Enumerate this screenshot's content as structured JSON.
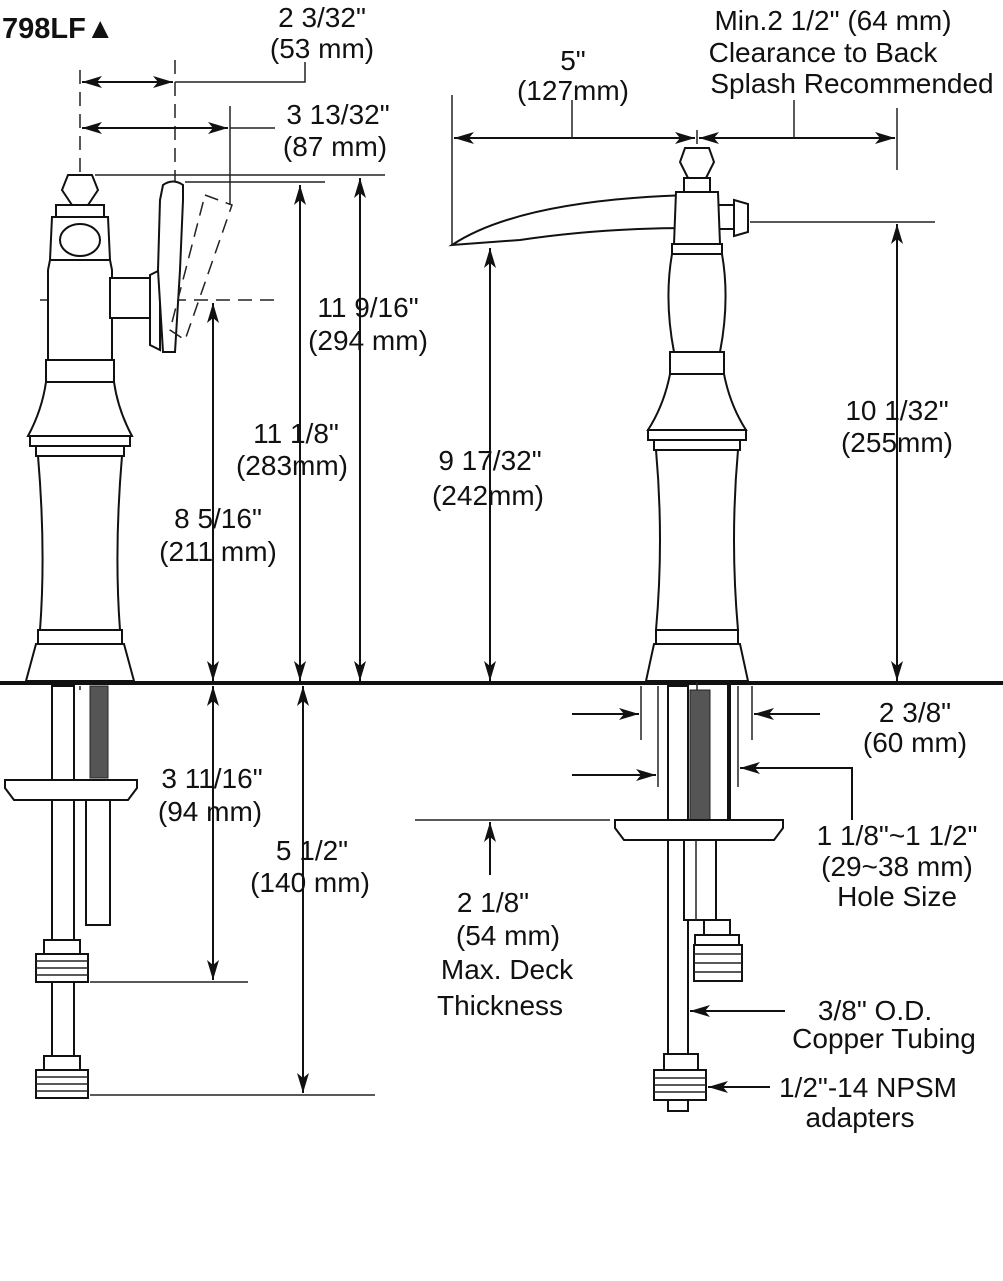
{
  "model": "798LF▲",
  "side_view": {
    "handle_offset": {
      "imperial": "2 3/32\"",
      "metric": "(53 mm)"
    },
    "handle_reach": {
      "imperial": "3 13/32\"",
      "metric": "(87 mm)"
    },
    "overall_height": {
      "imperial": "11 9/16\"",
      "metric": "(294 mm)"
    },
    "handle_top_height": {
      "imperial": "11 1/8\"",
      "metric": "(283mm)"
    },
    "handle_pivot_height": {
      "imperial": "8 5/16\"",
      "metric": "(211 mm)"
    },
    "upper_adapter_depth": {
      "imperial": "3 11/16\"",
      "metric": "(94 mm)"
    },
    "lower_adapter_depth": {
      "imperial": "5 1/2\"",
      "metric": "(140 mm)"
    }
  },
  "front_view": {
    "spout_reach": {
      "imperial": "5\"",
      "metric": "(127mm)"
    },
    "clearance": {
      "line1": "Min.2 1/2\" (64 mm)",
      "line2": "Clearance to Back",
      "line3": "Splash Recommended"
    },
    "spout_height": {
      "imperial": "9 17/32\"",
      "metric": "(242mm)"
    },
    "knob_height": {
      "imperial": "10 1/32\"",
      "metric": "(255mm)"
    },
    "base_diameter": {
      "imperial": "2 3/8\"",
      "metric": "(60 mm)"
    },
    "hole_size": {
      "imperial": "1 1/8\"~1 1/2\"",
      "metric": "(29~38 mm)",
      "label": "Hole Size"
    },
    "deck_thickness": {
      "imperial": "2 1/8\"",
      "metric": "(54 mm)",
      "line3": "Max. Deck",
      "line4": "Thickness"
    },
    "tubing": {
      "line1": "3/8\" O.D.",
      "line2": "Copper Tubing"
    },
    "adapters": {
      "line1": "1/2\"-14 NPSM",
      "line2": "adapters"
    }
  }
}
